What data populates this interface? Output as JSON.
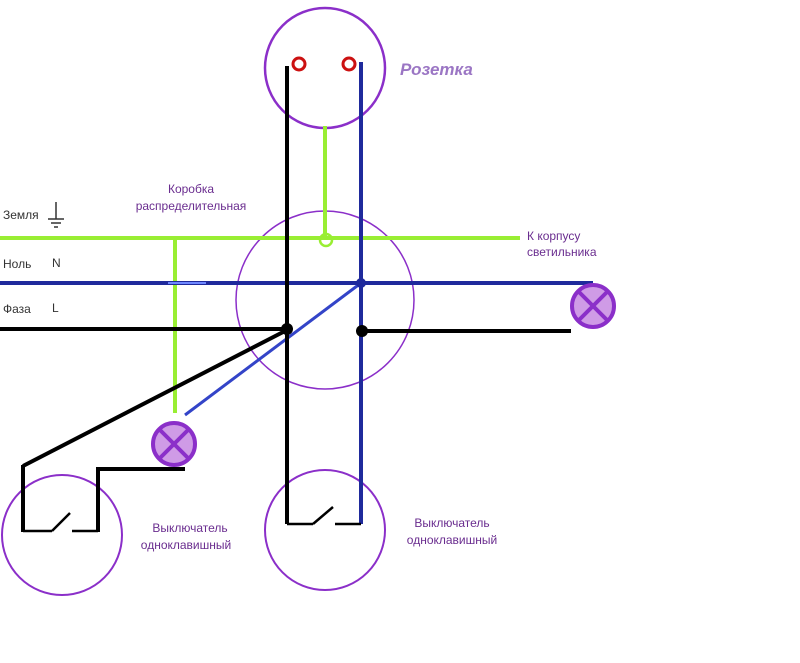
{
  "labels": {
    "socket": "Розетка",
    "junction_box_line1": "Коробка",
    "junction_box_line2": "распределительная",
    "ground": "Земля",
    "neutral": "Ноль",
    "neutral_letter": "N",
    "phase": "Фаза",
    "phase_letter": "L",
    "to_lamp_body_line1": "К корпусу",
    "to_lamp_body_line2": "светильника",
    "switch_left_line1": "Выключатель",
    "switch_left_line2": "одноклавишный",
    "switch_right_line1": "Выключатель",
    "switch_right_line2": "одноклавишный"
  },
  "colors": {
    "ground_wire": "#99ee33",
    "neutral_wire": "#1f2a9c",
    "neutral_branch": "#3344c8",
    "phase_wire": "#000000",
    "outline": "#8b2fc9",
    "socket_pin": "#cc1111",
    "lamp_fill": "#cf9be6",
    "title_text": "#9b76c4"
  },
  "icons": {
    "ground_symbol": "ground-icon",
    "lamp": "lamp-icon",
    "switch": "switch-icon",
    "socket": "socket-icon"
  }
}
